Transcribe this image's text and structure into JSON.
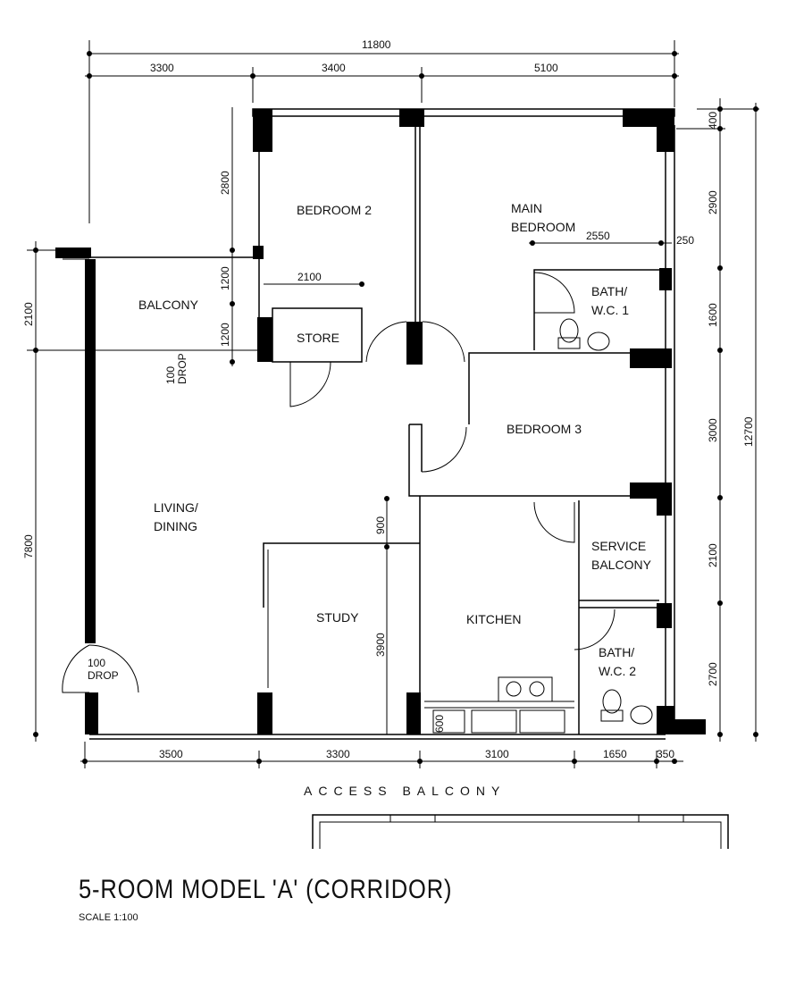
{
  "title": "5-ROOM MODEL 'A' (CORRIDOR)",
  "scale": "SCALE 1:100",
  "access_label": "ACCESS BALCONY",
  "rooms": {
    "bedroom2": "BEDROOM 2",
    "main_bedroom_1": "MAIN",
    "main_bedroom_2": "BEDROOM",
    "balcony": "BALCONY",
    "store": "STORE",
    "bath1_1": "BATH/",
    "bath1_2": "W.C. 1",
    "bedroom3": "BEDROOM 3",
    "living_1": "LIVING/",
    "living_2": "DINING",
    "service_1": "SERVICE",
    "service_2": "BALCONY",
    "study": "STUDY",
    "kitchen": "KITCHEN",
    "bath2_1": "BATH/",
    "bath2_2": "W.C. 2"
  },
  "drops": {
    "balcony_drop_1": "100",
    "balcony_drop_2": "DROP",
    "living_drop_1": "100",
    "living_drop_2": "DROP"
  },
  "dimensions": {
    "top_total": "11800",
    "top": [
      "3300",
      "3400",
      "5100"
    ],
    "bottom": [
      "3500",
      "3300",
      "3100",
      "1650",
      "350"
    ],
    "right": [
      "400",
      "2900",
      "1600",
      "3000",
      "2100",
      "2700"
    ],
    "right_total": "12700",
    "left": [
      "2100",
      "7800"
    ],
    "inner": {
      "bedroom2_h": "2800",
      "bedroom2_w": "2100",
      "balcony_a": "1200",
      "balcony_b": "1200",
      "main_w": "2550",
      "main_wall": "250",
      "study_a": "900",
      "study_b": "3900",
      "counter": "600"
    }
  }
}
